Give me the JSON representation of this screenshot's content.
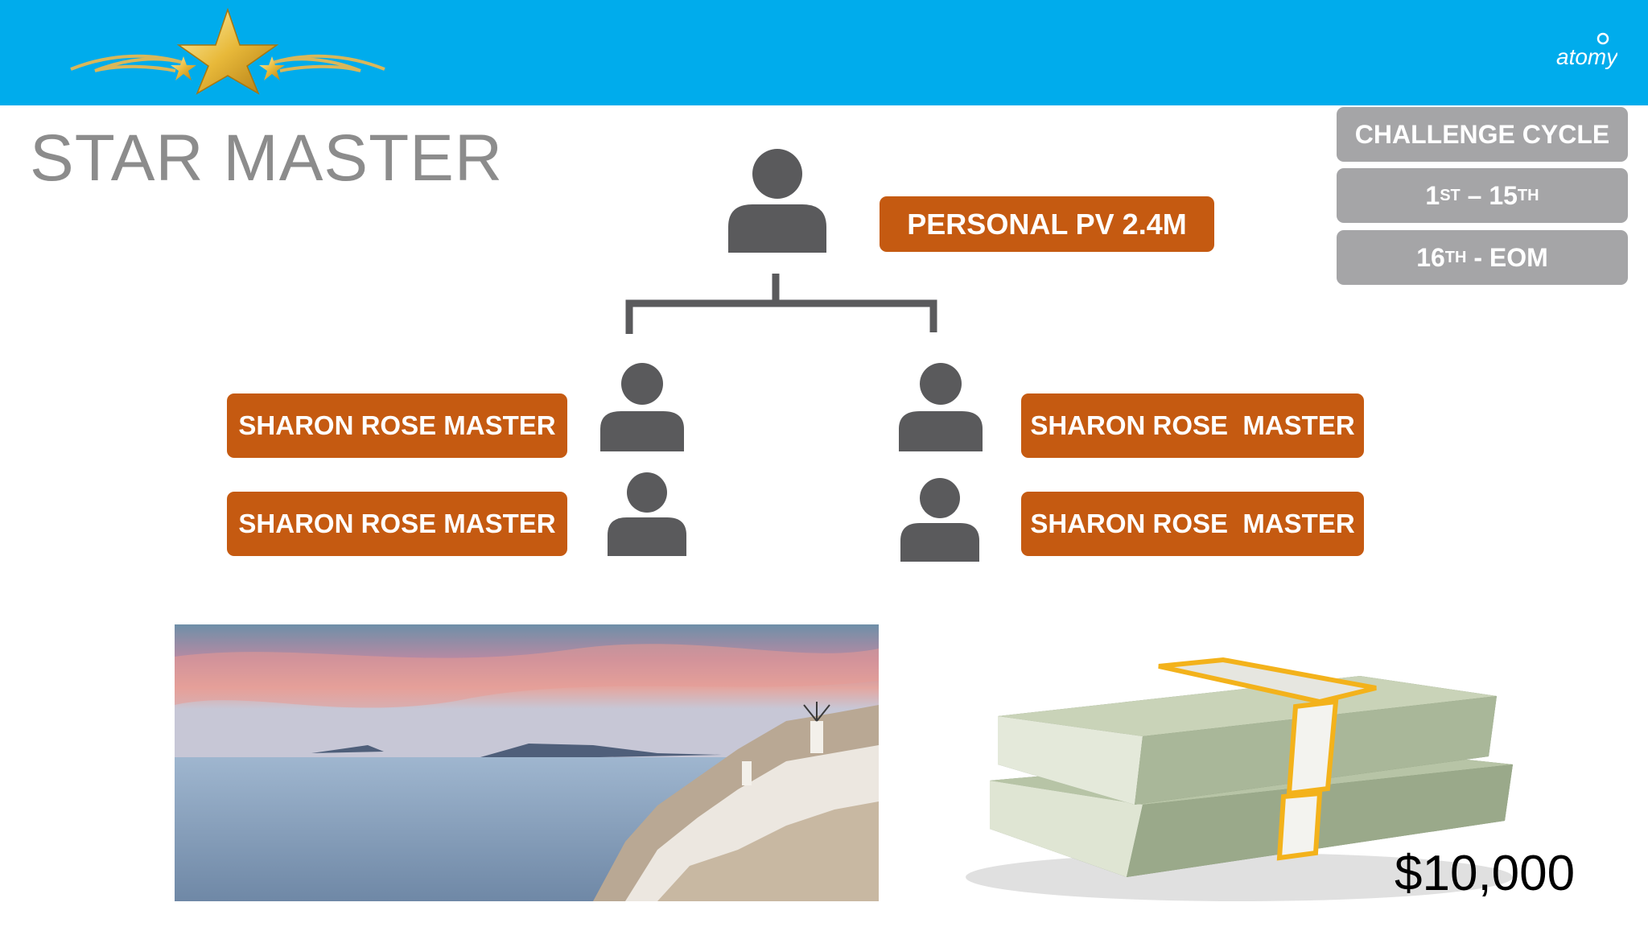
{
  "header": {
    "brand": "atomy",
    "accent_color": "#00acec",
    "decoration_icon": "gold-star-icon"
  },
  "title": "STAR MASTER",
  "challenge_cycle": {
    "title": "CHALLENGE CYCLE",
    "period_1": {
      "start": "1",
      "start_suffix": "ST",
      "separator": " – ",
      "end": "15",
      "end_suffix": "TH"
    },
    "period_2": {
      "start": "16",
      "start_suffix": "TH",
      "separator": " - ",
      "end": "EOM"
    },
    "box_color": "#a5a5a7"
  },
  "sponsor": {
    "icon": "person-icon",
    "label": "PERSONAL PV 2.4M"
  },
  "downlines": {
    "left": [
      "SHARON ROSE MASTER",
      "SHARON ROSE MASTER"
    ],
    "right": [
      "SHARON ROSE  MASTER",
      "SHARON ROSE  MASTER"
    ],
    "pill_color": "#c55a11"
  },
  "reward": {
    "trip_image": "santorini-seaside-photo",
    "cash_image": "money-stack-photo",
    "amount": "$10,000"
  }
}
